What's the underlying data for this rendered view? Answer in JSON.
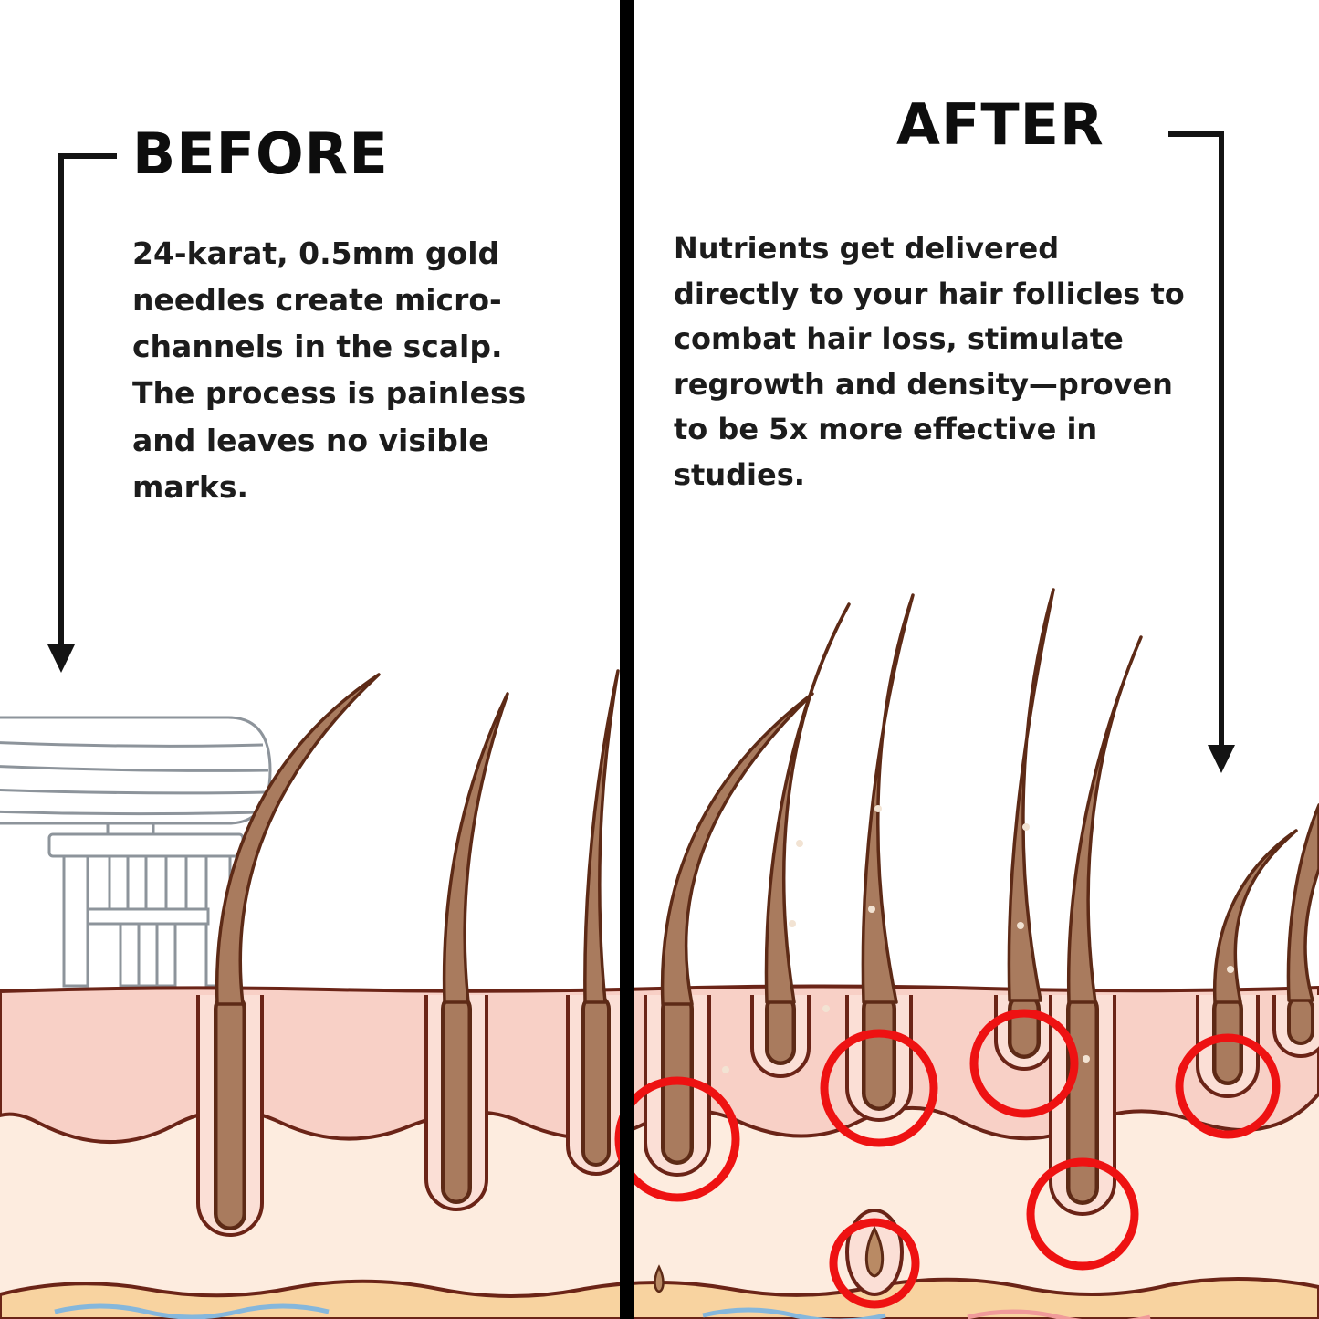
{
  "before": {
    "title": "BEFORE",
    "body": "24-karat, 0.5mm gold needles create micro-channels in the scalp. The process is painless and leaves no visible marks."
  },
  "after": {
    "title": "AFTER",
    "body": "Nutrients get delivered directly to your hair follicles to combat hair loss, stimulate regrowth and density—proven to be 5x more effective in studies."
  },
  "illustration": {
    "divider_color": "#000000",
    "text_color": "#0d0d0d",
    "highlight_circle_color": "#ee1212",
    "highlighted_follicle_count": 6,
    "hair_color": "#a97b5e",
    "hair_outline_color": "#5d2a16",
    "epidermis_color": "#f8d0c6",
    "dermis_color": "#fdecdf",
    "fat_layer_color": "#f8d3a0",
    "follicle_pocket_color": "#fbdfd6",
    "vessel_blue_color": "#85b7dc",
    "vessel_pink_color": "#f09a9a",
    "roller_sketch_color": "#8d949b"
  }
}
